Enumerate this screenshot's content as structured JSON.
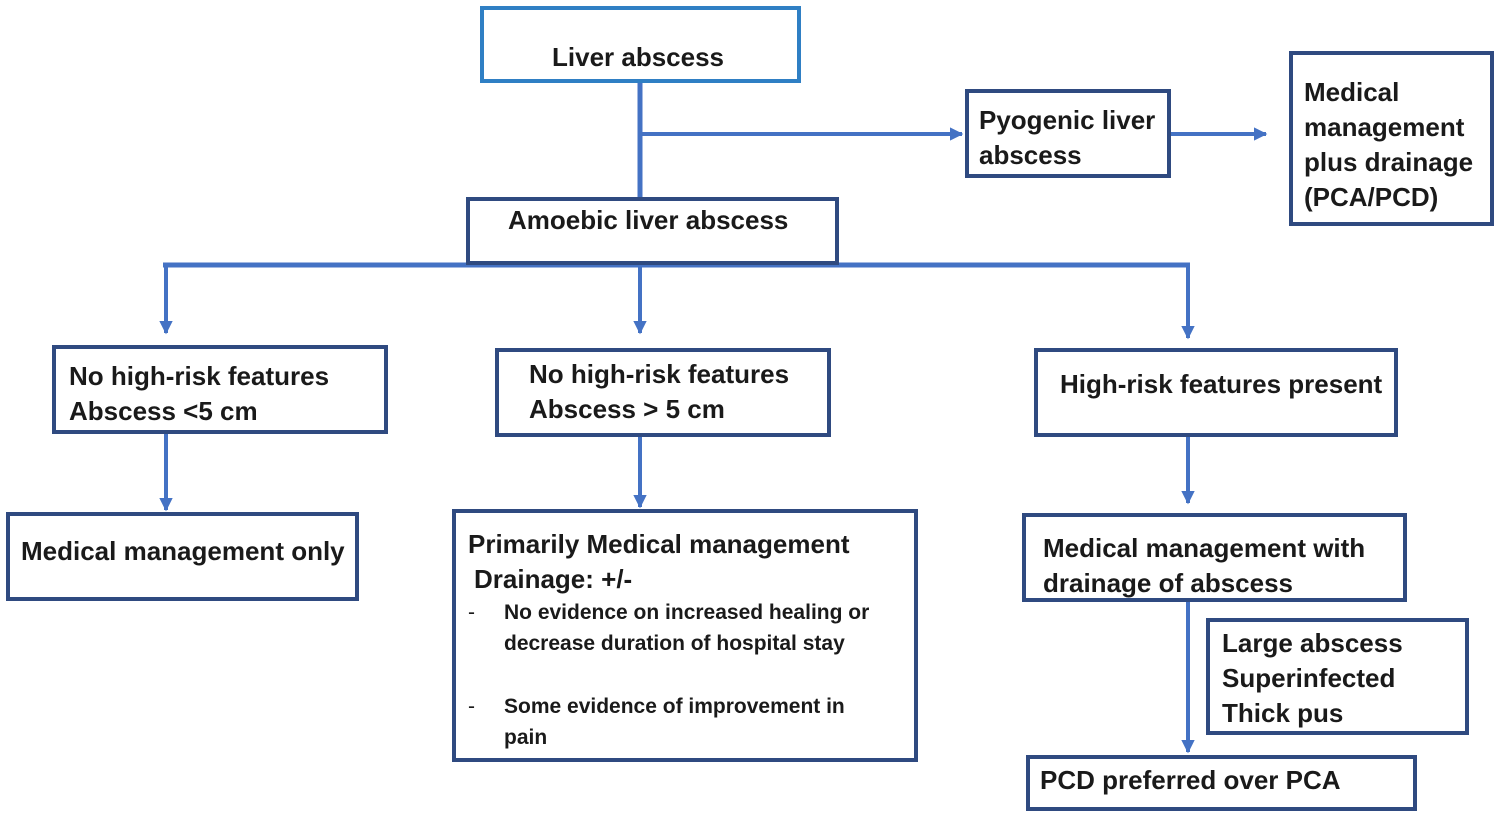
{
  "colors": {
    "root_border": "#2f7fc4",
    "box_border": "#2f4a80",
    "connector": "#4472c4",
    "text": "#1a1a1a",
    "background": "#ffffff"
  },
  "nodes": {
    "root": {
      "text": "Liver abscess"
    },
    "pyogenic": {
      "lines": [
        "Pyogenic liver",
        "abscess"
      ]
    },
    "pyogenic_management": {
      "lines": [
        "Medical",
        "management",
        "plus drainage",
        "(PCA/PCD)"
      ]
    },
    "amoebic": {
      "text": "Amoebic liver abscess"
    },
    "small_abscess": {
      "lines": [
        "No high-risk features",
        "Abscess <5 cm"
      ]
    },
    "large_abscess": {
      "lines": [
        "No high-risk features",
        "Abscess > 5 cm"
      ]
    },
    "high_risk": {
      "text": "High-risk features present"
    },
    "medical_only": {
      "text": "Medical management only"
    },
    "primarily_medical": {
      "heading": "Primarily Medical management",
      "drainage": "Drainage: +/-",
      "bullets": [
        {
          "dash": "-",
          "lines": [
            "No evidence on increased healing or",
            "decrease duration of hospital stay"
          ]
        },
        {
          "dash": "-",
          "lines": [
            "Some evidence of improvement in",
            "pain"
          ]
        }
      ]
    },
    "medical_with_drainage": {
      "lines": [
        "Medical management with",
        "drainage of abscess"
      ]
    },
    "indications": {
      "lines": [
        "Large abscess",
        "Superinfected",
        "Thick pus"
      ]
    },
    "pcd_preferred": {
      "text": "PCD preferred over PCA"
    }
  },
  "edges": [
    {
      "from": "root",
      "to": "amoebic"
    },
    {
      "from": "root",
      "to": "pyogenic"
    },
    {
      "from": "pyogenic",
      "to": "pyogenic_management"
    },
    {
      "from": "amoebic",
      "to": "small_abscess"
    },
    {
      "from": "amoebic",
      "to": "large_abscess"
    },
    {
      "from": "amoebic",
      "to": "high_risk"
    },
    {
      "from": "small_abscess",
      "to": "medical_only"
    },
    {
      "from": "large_abscess",
      "to": "primarily_medical"
    },
    {
      "from": "high_risk",
      "to": "medical_with_drainage"
    },
    {
      "from": "medical_with_drainage",
      "to": "pcd_preferred"
    }
  ]
}
